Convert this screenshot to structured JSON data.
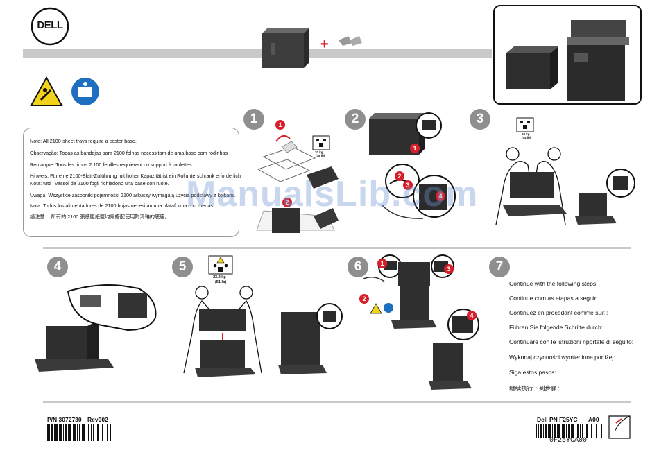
{
  "brand": {
    "logo_text": "DELL"
  },
  "notes": [
    "Note: All 2100-sheet trays require a caster base.",
    "Observação: Todas as bandejas para 2100 folhas necessitam de uma base com rodinhas",
    "Remarque: Tous les tiroirs 2 100 feuilles requièrent un support à roulettes.",
    "Hinweis: Für eine 2100-Blatt-Zuführung mit hoher Kapazität ist ein Rollunterschrank erforderlich",
    "Nota: tutti i vassoi da 2100 fogli richiedono una base con ruote.",
    "Uwaga: Wszystkie zasobniki pojemności 2100 arkuszy wymagają użycia podstawy z kółkami.",
    "Nota: Todos los alimentadores de 2100 hojas necesitan una plataforma con ruedas.",
    "請注意： 所有的 2100 張紙匣紙匣均需搭配使用附滑輪的底座。"
  ],
  "steps": [
    "1",
    "2",
    "3",
    "4",
    "5",
    "6",
    "7"
  ],
  "callouts": {
    "s1_a": "1",
    "s1_b": "2",
    "s2_a": "1",
    "s2_b": "2",
    "s2_c": "3",
    "s2_d": "4",
    "s6_a": "1",
    "s6_b": "2",
    "s6_c": "3",
    "s6_d": "4"
  },
  "weights": {
    "step1": "20 kg\n(44 lb)",
    "step3_kg": "20 kg",
    "step3_lb": "(44 lb)",
    "step5_kg": "23.2 kg",
    "step5_lb": "(51 lb)",
    "step1_kg": "20 kg",
    "step1_lb": "(44 lb)"
  },
  "continue_steps": [
    "Continue with the following steps:",
    "Continue com as etapas a seguir:",
    "Continuez en procédant comme suit :",
    "Führen Sie folgende Schritte durch:",
    "Continuare con le istruzioni riportate di seguito:",
    "Wykonaj czynności wymienione poniżej:",
    "Siga estos pasos:",
    "继续执行下列步骤："
  ],
  "footer": {
    "left_pn": "P/N 3072730",
    "left_rev": "Rev002",
    "right_pn": "Dell PN F25YC",
    "right_rev": "A00",
    "barcode_text": "0F25YCA00"
  },
  "watermark": "ManualsLib.com",
  "colors": {
    "accent_red": "#d8202a",
    "step_gray": "#8f8f8f",
    "bar_gray": "#c9c9c9",
    "warning_yellow": "#f3d21a",
    "info_blue": "#1f6fc0"
  }
}
